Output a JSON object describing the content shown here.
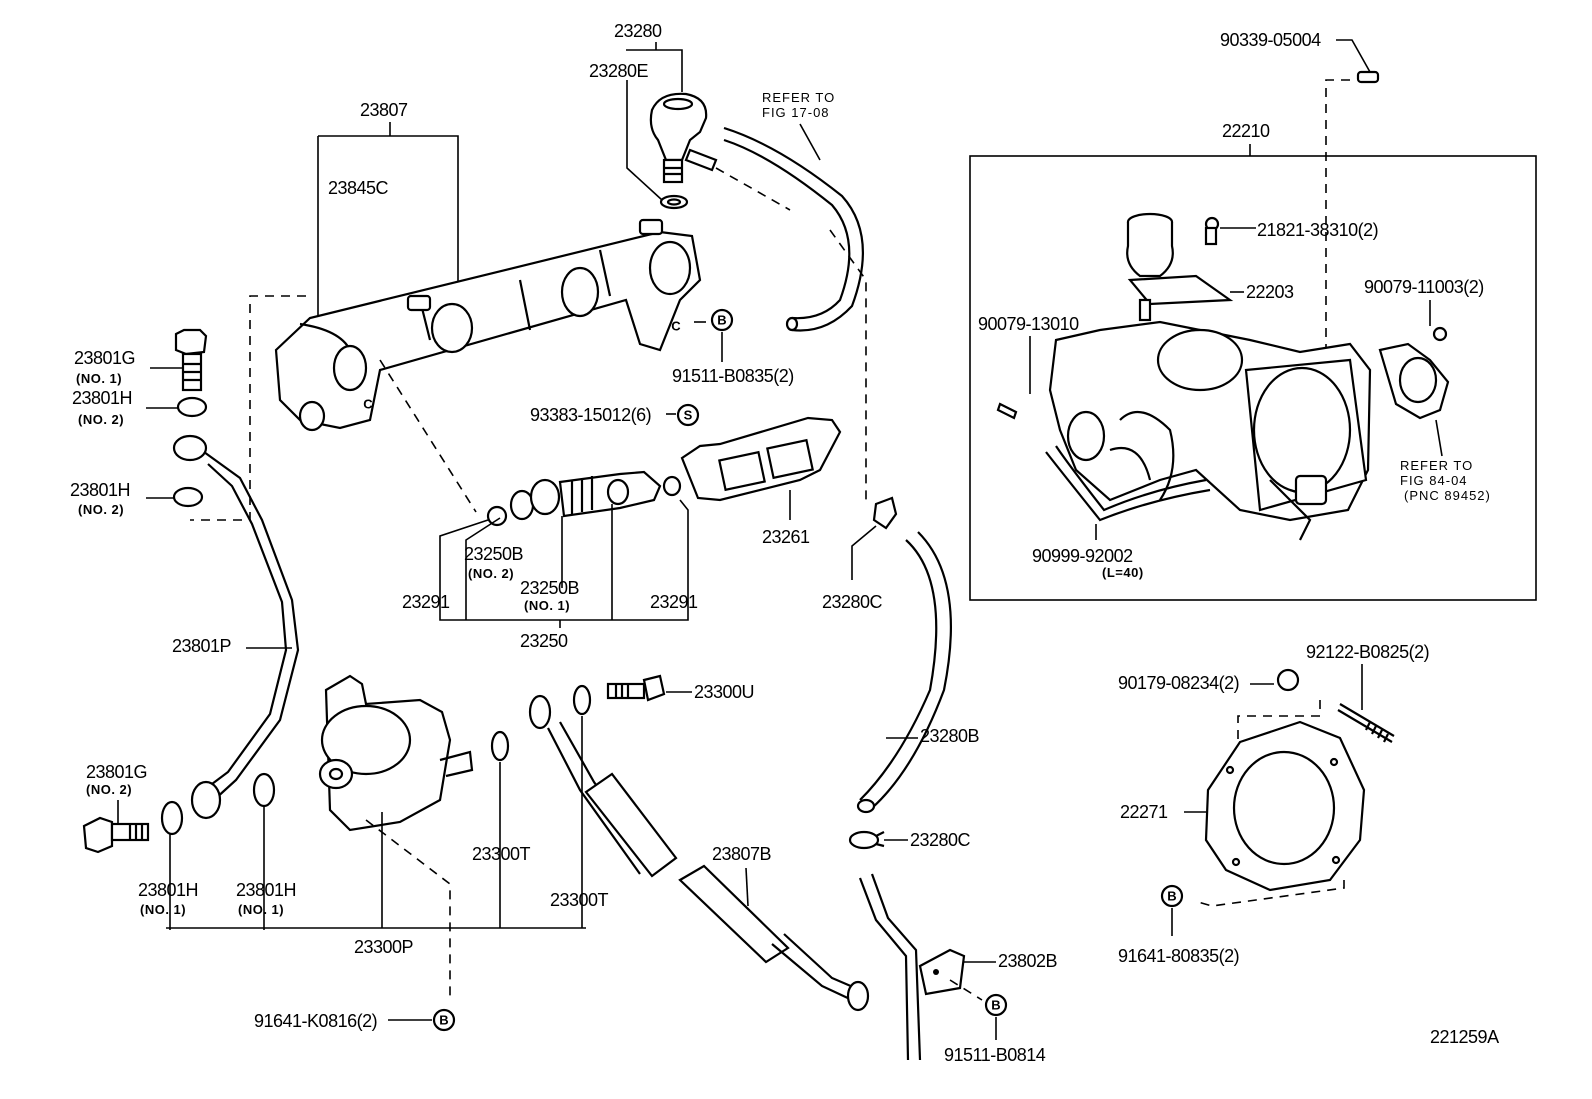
{
  "figure_id": "221259A",
  "labels": {
    "l23280": "23280",
    "l23280E": "23280E",
    "refer1708_a": "REFER TO",
    "refer1708_b": "FIG 17-08",
    "l23807": "23807",
    "l23845C": "23845C",
    "l23801G_1": "23801G",
    "l23801G_1_sub": "(NO. 1)",
    "l23801H_2a": "23801H",
    "l23801H_2a_sub": "(NO. 2)",
    "l23801H_2b": "23801H",
    "l23801H_2b_sub": "(NO. 2)",
    "l91511_B0835": "91511-B0835(2)",
    "l93383": "93383-15012(6)",
    "l23261": "23261",
    "l23250B_2": "23250B",
    "l23250B_2_sub": "(NO. 2)",
    "l23250B_1": "23250B",
    "l23250B_1_sub": "(NO. 1)",
    "l23291_a": "23291",
    "l23291_b": "23291",
    "l23250": "23250",
    "l23280C_a": "23280C",
    "l23801P": "23801P",
    "l23300U": "23300U",
    "l23280B": "23280B",
    "l23801G_2": "23801G",
    "l23801G_2_sub": "(NO. 2)",
    "l23801H_1a": "23801H",
    "l23801H_1a_sub": "(NO. 1)",
    "l23801H_1b": "23801H",
    "l23801H_1b_sub": "(NO. 1)",
    "l23300T_a": "23300T",
    "l23300T_b": "23300T",
    "l23300P": "23300P",
    "l23807B": "23807B",
    "l23280C_b": "23280C",
    "l23802B": "23802B",
    "l91641_K0816": "91641-K0816(2)",
    "l91511_B0814": "91511-B0814",
    "l90339": "90339-05004",
    "l22210": "22210",
    "l21821": "21821-38310(2)",
    "l22203": "22203",
    "l90079_13010": "90079-13010",
    "l90079_11003": "90079-11003(2)",
    "refer8404_a": "REFER TO",
    "refer8404_b": "FIG 84-04",
    "refer8404_c": "(PNC 89452)",
    "l90999": "90999-92002",
    "l90999_sub": "(L=40)",
    "l90179": "90179-08234(2)",
    "l92122": "92122-B0825(2)",
    "l22271": "22271",
    "l91641_80835": "91641-80835(2)"
  },
  "symbols": {
    "bolt_b": "B",
    "stud_s": "S"
  }
}
